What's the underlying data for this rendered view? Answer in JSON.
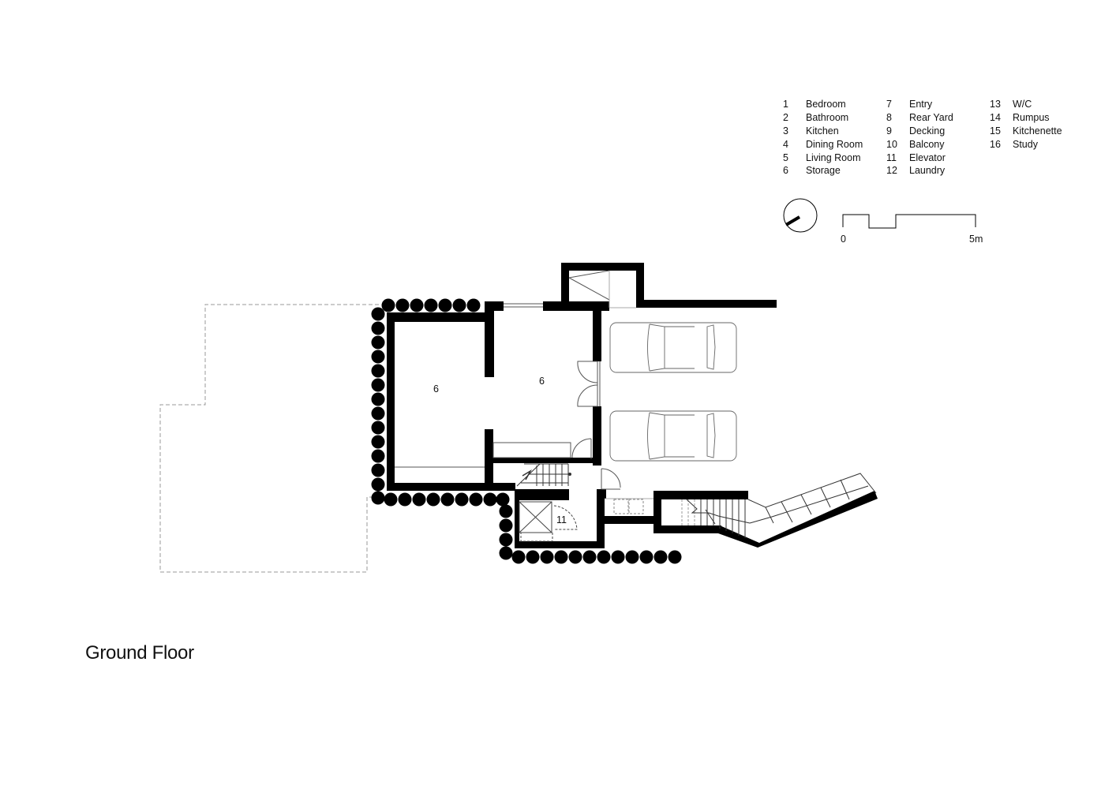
{
  "drawing": {
    "title": "Ground Floor"
  },
  "legend": {
    "columns": [
      [
        {
          "num": "1",
          "label": "Bedroom"
        },
        {
          "num": "2",
          "label": "Bathroom"
        },
        {
          "num": "3",
          "label": "Kitchen"
        },
        {
          "num": "4",
          "label": "Dining Room"
        },
        {
          "num": "5",
          "label": "Living Room"
        },
        {
          "num": "6",
          "label": "Storage"
        }
      ],
      [
        {
          "num": "7",
          "label": "Entry"
        },
        {
          "num": "8",
          "label": "Rear Yard"
        },
        {
          "num": "9",
          "label": "Decking"
        },
        {
          "num": "10",
          "label": "Balcony"
        },
        {
          "num": "11",
          "label": "Elevator"
        },
        {
          "num": "12",
          "label": "Laundry"
        }
      ],
      [
        {
          "num": "13",
          "label": "W/C"
        },
        {
          "num": "14",
          "label": "Rumpus"
        },
        {
          "num": "15",
          "label": "Kitchenette"
        },
        {
          "num": "16",
          "label": "Study"
        }
      ]
    ]
  },
  "scale_bar": {
    "start_label": "0",
    "end_label": "5m"
  },
  "north_arrow": {
    "icon": "north-arrow-icon"
  },
  "rooms": [
    {
      "id": "storage-west",
      "label": "6"
    },
    {
      "id": "storage-east",
      "label": "6"
    },
    {
      "id": "elevator",
      "label": "11"
    }
  ],
  "colors": {
    "wall": "#000000",
    "line": "#444444",
    "dashed": "#999999",
    "background": "#ffffff"
  }
}
